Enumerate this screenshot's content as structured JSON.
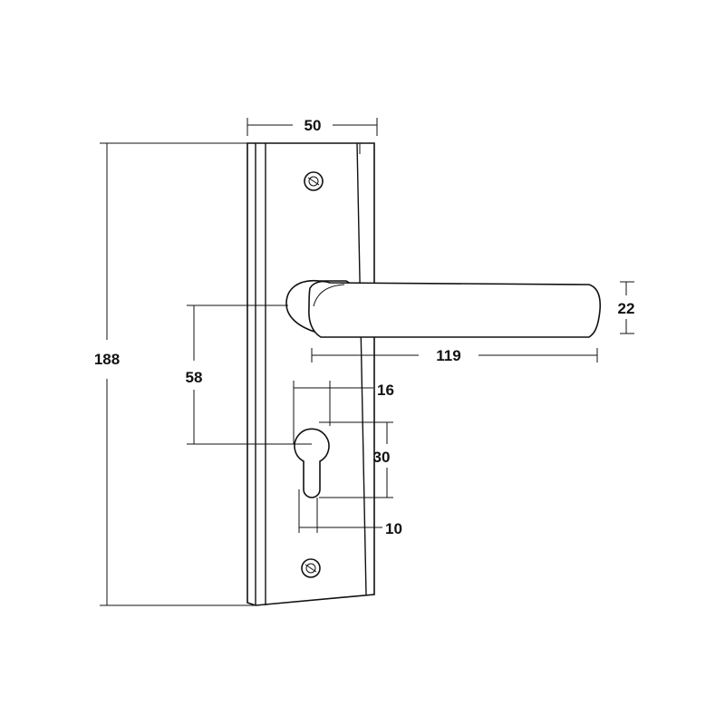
{
  "dimensions": {
    "plate_width": "50",
    "plate_height": "188",
    "handle_thickness": "22",
    "handle_length": "119",
    "handle_to_cylinder": "58",
    "cylinder_head_width": "16",
    "cylinder_height": "30",
    "cylinder_slot_width": "10"
  }
}
